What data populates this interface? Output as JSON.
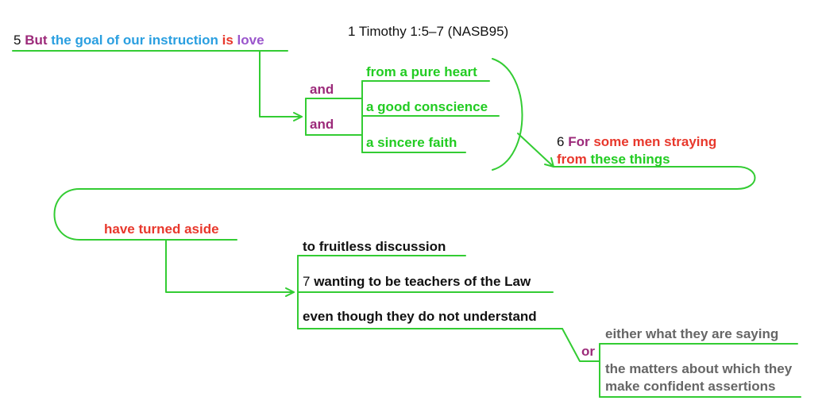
{
  "title": "1 Timothy 1:5–7 (NASB95)",
  "colors": {
    "line": "#33cc33",
    "conjunction": "#9c2a7a",
    "subject_blue": "#2a9fe0",
    "verb_red": "#e8382c",
    "love_purple": "#9a55cc",
    "phrase_green": "#22cc22",
    "black": "#111111",
    "gray": "#666666"
  },
  "verse5": {
    "number": "5",
    "but": "But",
    "subject": "the goal of our instruction",
    "verb": "is",
    "object": "love"
  },
  "sources": {
    "and1": "and",
    "and2": "and",
    "items": [
      "from a pure heart",
      "a good conscience",
      "a sincere faith"
    ]
  },
  "verse6": {
    "number": "6",
    "for": "For",
    "subject": "some men straying",
    "from": "from these things",
    "verb": "have turned aside"
  },
  "results": {
    "items": [
      "to fruitless discussion",
      "wanting to be teachers of the Law",
      "even though they do not understand"
    ],
    "verse7_number": "7"
  },
  "alternatives": {
    "or": "or",
    "item1": "either what they are saying",
    "item2_line1": "the matters about which they",
    "item2_line2": "make confident assertions"
  }
}
